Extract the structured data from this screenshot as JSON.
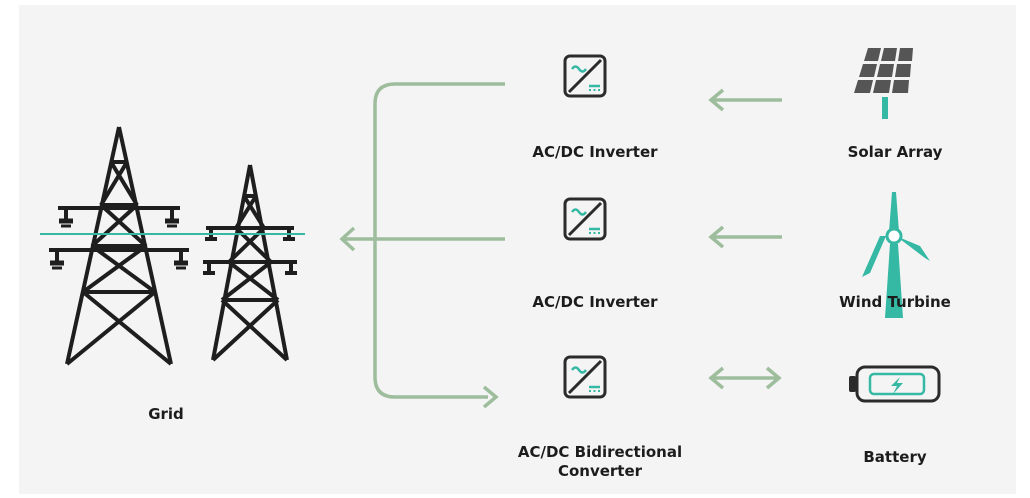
{
  "labels": {
    "grid": "Grid",
    "inverter_solar": "AC/DC Inverter",
    "inverter_wind": "AC/DC Inverter",
    "converter_line1": "AC/DC Bidirectional",
    "converter_line2": "Converter",
    "solar": "Solar Array",
    "wind": "Wind Turbine",
    "battery": "Battery"
  },
  "icons": {
    "grid": "transmission-tower-icon",
    "inverter": "inverter-icon",
    "solar": "solar-panel-icon",
    "wind": "wind-turbine-icon",
    "battery": "battery-icon"
  },
  "colors": {
    "flow": "#9dbd9d",
    "accent": "#35b8a4",
    "dark": "#2b2b2b",
    "background": "#f4f4f4"
  }
}
